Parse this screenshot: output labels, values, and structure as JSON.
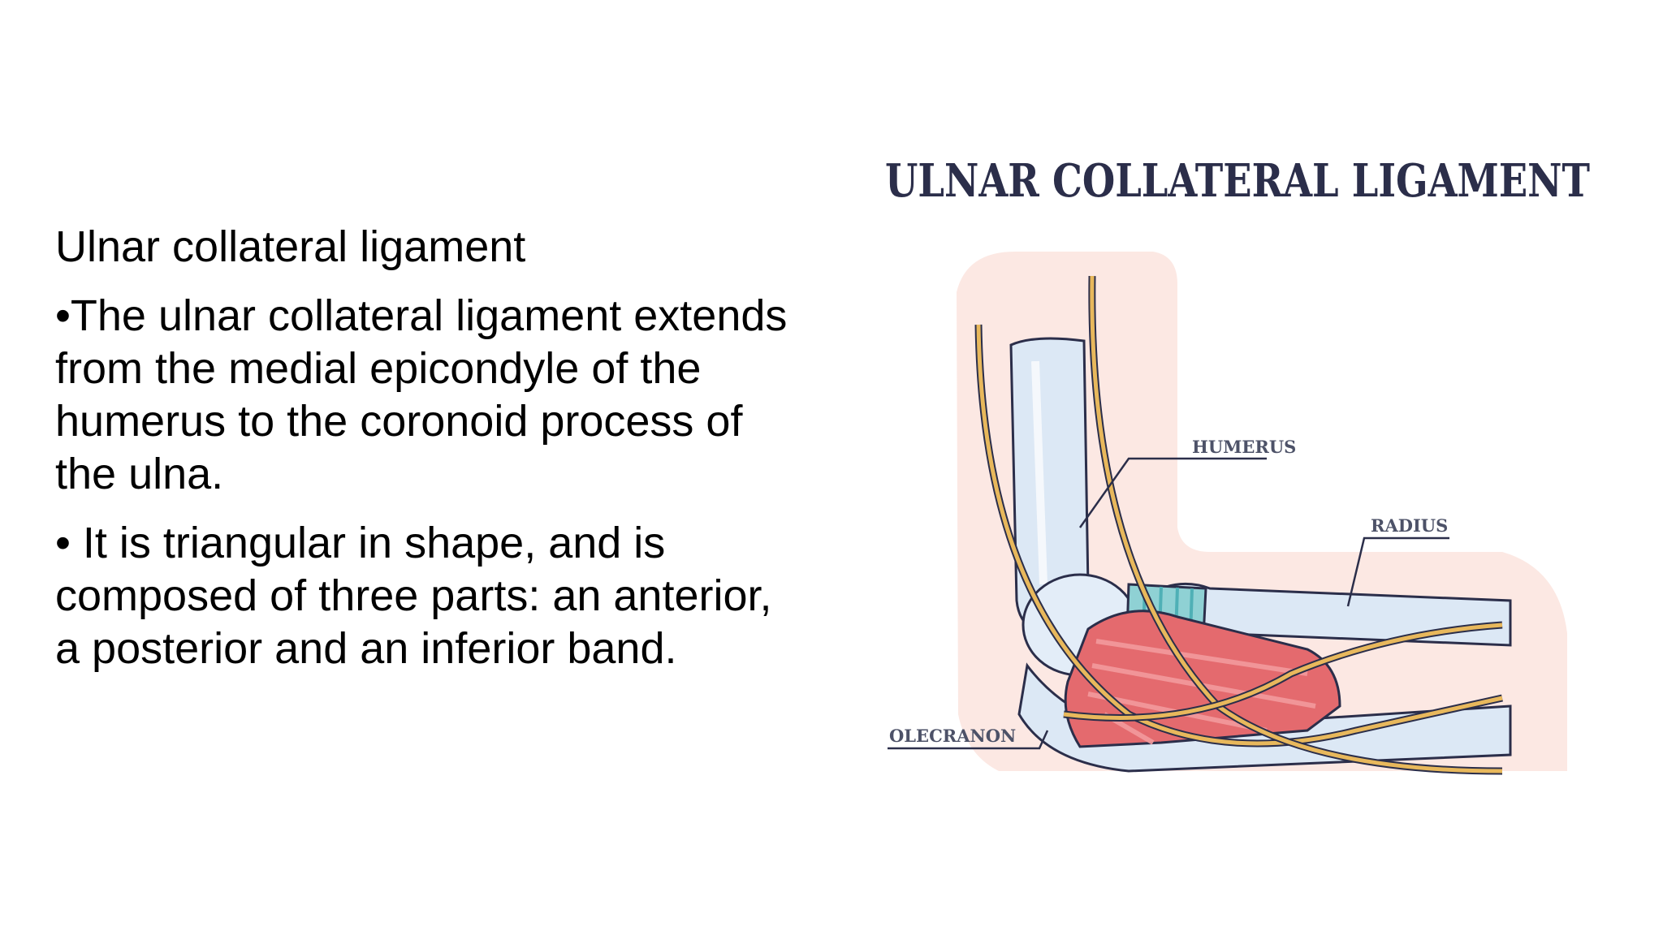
{
  "slide": {
    "heading": "Ulnar collateral ligament",
    "bullets": [
      "•The ulnar collateral ligament extends from the medial epicondyle of the humerus to the coronoid process of the ulna.",
      "• It is triangular in shape, and is composed of three parts: an anterior, a posterior and an inferior band."
    ]
  },
  "figure": {
    "title": "ULNAR COLLATERAL LIGAMENT",
    "labels": {
      "humerus": "HUMERUS",
      "radius": "RADIUS",
      "olecranon": "OLECRANON"
    },
    "colors": {
      "bone": "#dce8f5",
      "ligament": "#e46a6e",
      "nerve": "#e8b85c",
      "skin": "#fbe4de",
      "outline": "#2b2e4a"
    }
  }
}
